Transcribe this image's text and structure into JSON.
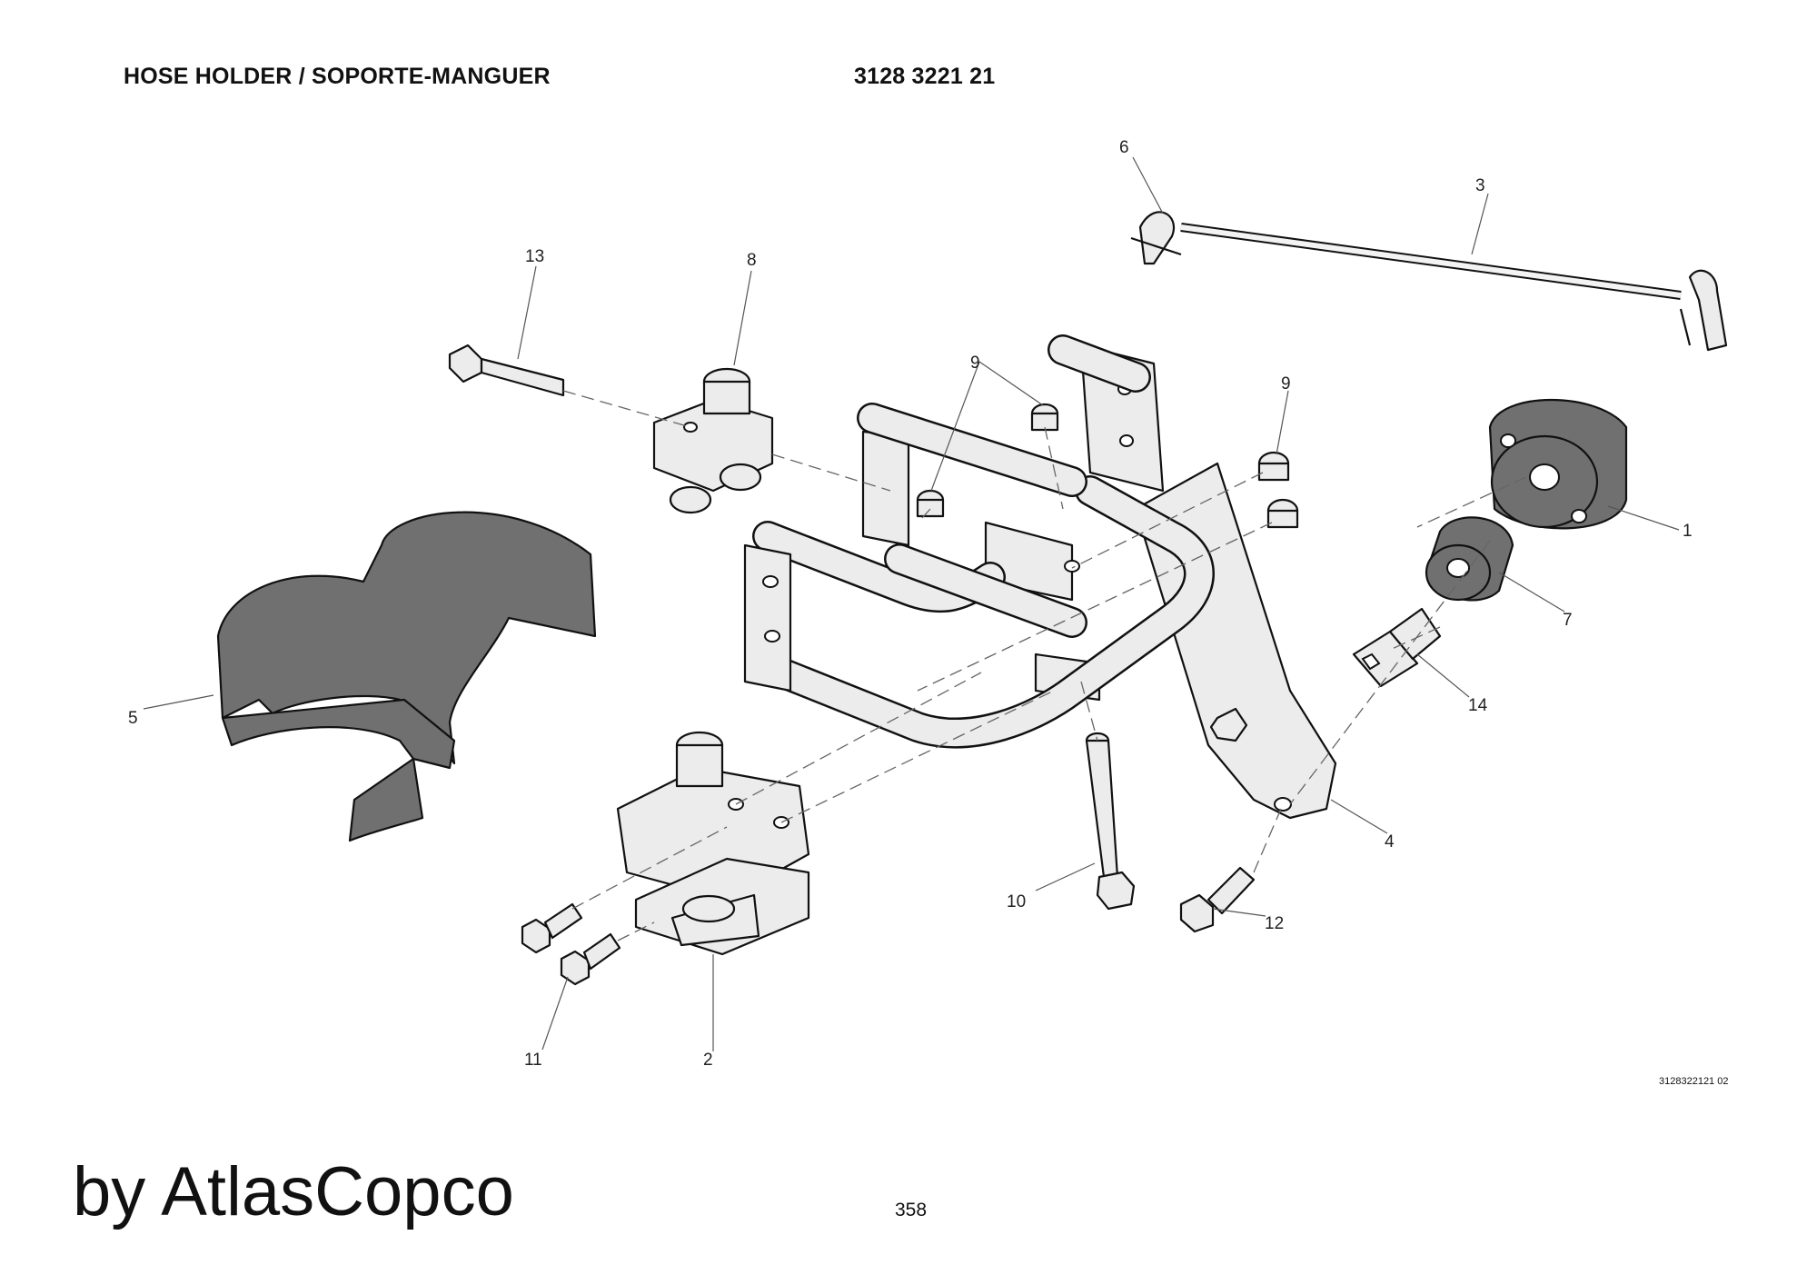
{
  "header": {
    "title": "HOSE HOLDER / SOPORTE-MANGUER",
    "part_number": "3128 3221 21"
  },
  "callouts": {
    "c1": "1",
    "c2": "2",
    "c3": "3",
    "c4": "4",
    "c5": "5",
    "c6": "6",
    "c7": "7",
    "c8": "8",
    "c9a": "9",
    "c9b": "9",
    "c10": "10",
    "c11": "11",
    "c12": "12",
    "c13": "13",
    "c14": "14"
  },
  "drawing_code": "3128322121 02",
  "brand": "by AtlasCopco",
  "page_number": "358"
}
